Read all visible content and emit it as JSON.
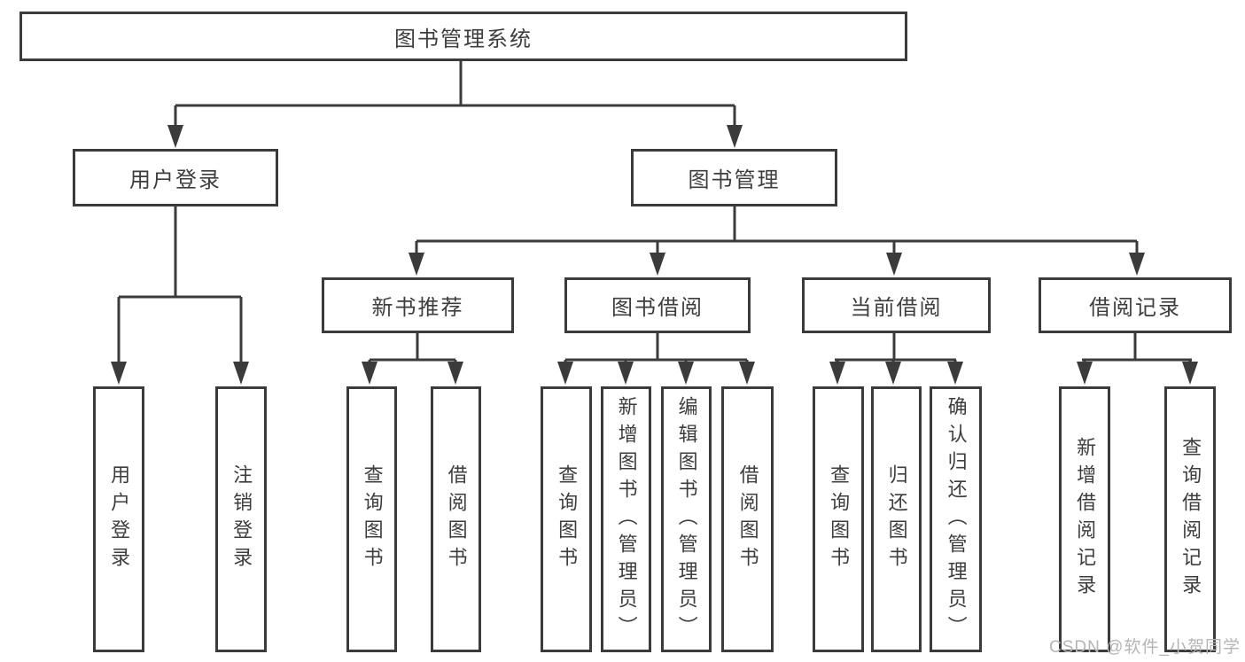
{
  "diagram": {
    "root": {
      "label": "图书管理系统"
    },
    "branches": [
      {
        "label": "用户登录",
        "children": [
          {
            "label": "用户登录"
          },
          {
            "label": "注销登录"
          }
        ]
      },
      {
        "label": "图书管理",
        "children": [
          {
            "label": "新书推荐",
            "children": [
              {
                "label": "查询图书"
              },
              {
                "label": "借阅图书"
              }
            ]
          },
          {
            "label": "图书借阅",
            "children": [
              {
                "label": "查询图书"
              },
              {
                "label": "新增图书（管理员）"
              },
              {
                "label": "编辑图书（管理员）"
              },
              {
                "label": "借阅图书"
              }
            ]
          },
          {
            "label": "当前借阅",
            "children": [
              {
                "label": "查询图书"
              },
              {
                "label": "归还图书"
              },
              {
                "label": "确认归还（管理员）"
              }
            ]
          },
          {
            "label": "借阅记录",
            "children": [
              {
                "label": "新增借阅记录"
              },
              {
                "label": "查询借阅记录"
              }
            ]
          }
        ]
      }
    ],
    "watermark": "CSDN @软件_小贺同学",
    "colors": {
      "line": "#3b3b3b",
      "text": "#3d3d3d",
      "watermark": "#b5b5b5",
      "background": "#ffffff"
    }
  }
}
